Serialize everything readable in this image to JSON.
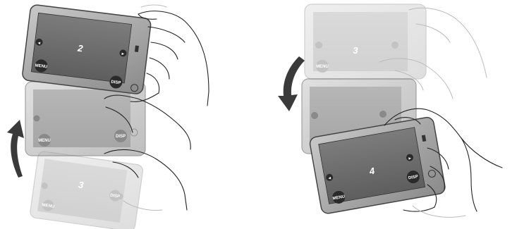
{
  "colors": {
    "camera_body": "#9a9a9a",
    "camera_edge": "#555555",
    "screen": "#6e6e6e",
    "button": "#2a2a2a",
    "arrow": "#3a3a3a"
  },
  "left_sequence": {
    "top_camera": {
      "number": "2",
      "menu_label": "MENU",
      "disp_label": "DISP"
    },
    "middle_camera": {
      "menu_label": "MENU",
      "disp_label": "DISP"
    },
    "bottom_camera": {
      "number": "3",
      "menu_label": "MENU",
      "disp_label": "DISP"
    },
    "arrow": "curved-up-arrow"
  },
  "right_sequence": {
    "top_camera": {
      "number": "3",
      "menu_label": "MENU"
    },
    "middle_camera": {},
    "bottom_camera": {
      "number": "4",
      "menu_label": "MENU",
      "disp_label": "DISP"
    },
    "arrow": "curved-down-arrow"
  }
}
